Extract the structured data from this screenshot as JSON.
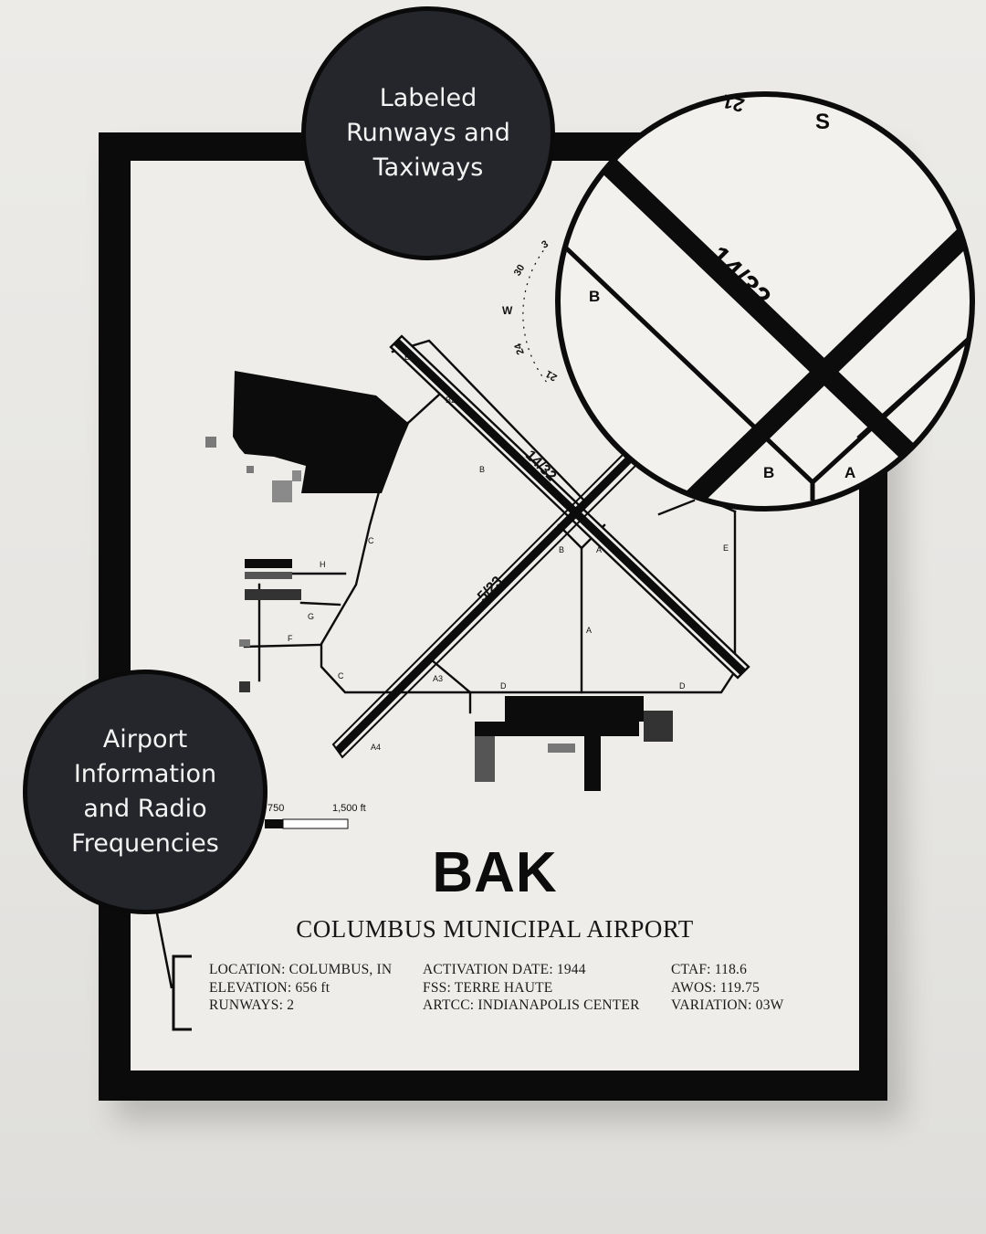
{
  "poster": {
    "code": "BAK",
    "airport_name": "COLUMBUS MUNICIPAL AIRPORT",
    "info_columns": [
      [
        "LOCATION: COLUMBUS, IN",
        "ELEVATION: 656 ft",
        "RUNWAYS: 2"
      ],
      [
        "ACTIVATION DATE: 1944",
        "FSS: TERRE HAUTE",
        "ARTCC: INDIANAPOLIS CENTER"
      ],
      [
        "CTAF: 118.6",
        "AWOS: 119.75",
        "VARIATION: 03W"
      ]
    ],
    "scale": {
      "mid": "750",
      "end": "1,500 ft"
    }
  },
  "map_labels": {
    "runway_1": "14/32",
    "runway_2": "5/23",
    "taxiways": [
      "B1",
      "B2",
      "B",
      "C",
      "H",
      "G",
      "F",
      "C",
      "A3",
      "A4",
      "D",
      "D",
      "B",
      "A",
      "A",
      "E"
    ],
    "compass": [
      "30",
      "W",
      "24",
      "21",
      "3"
    ]
  },
  "zoom": {
    "runway": "14/32",
    "taxiways": [
      "B",
      "B",
      "A"
    ],
    "compass": [
      "21",
      "S"
    ]
  },
  "callouts": {
    "top": "Labeled\nRunways and\nTaxiways",
    "left": "Airport\nInformation\nand Radio\nFrequencies"
  },
  "colors": {
    "frame": "#0b0b0b",
    "paper": "#efedea",
    "bubble": "#25262b",
    "ink": "#0c0c0c"
  }
}
